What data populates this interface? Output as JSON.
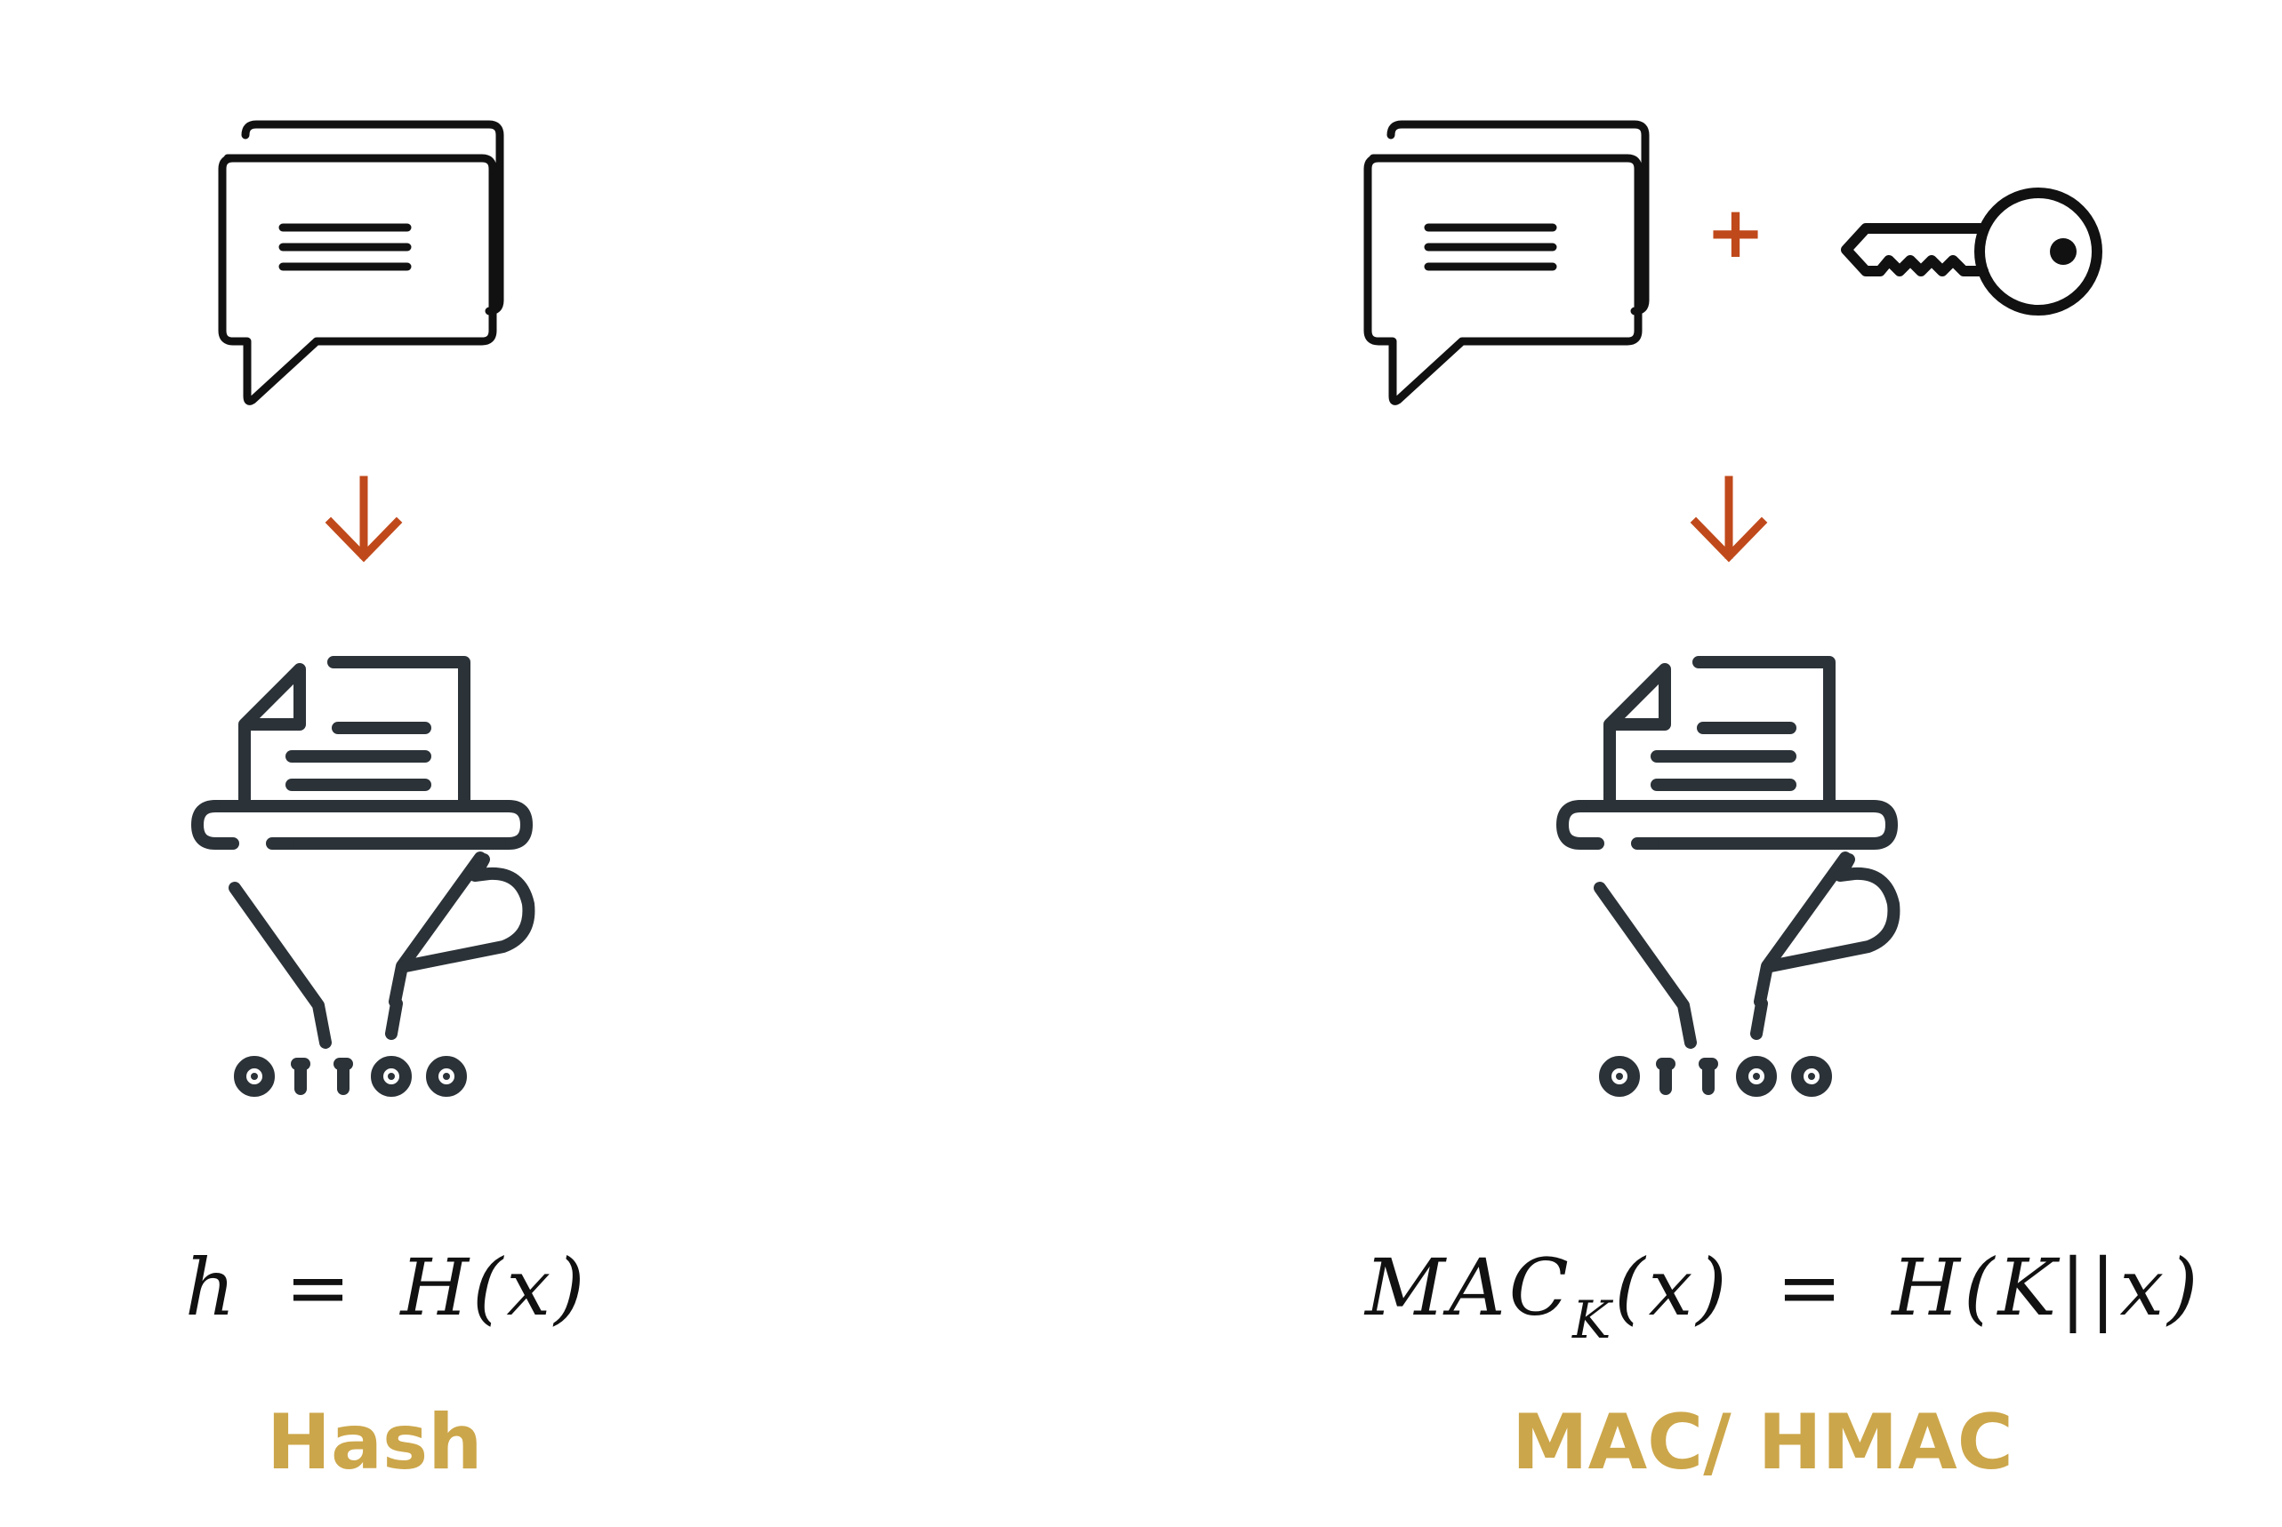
{
  "colors": {
    "icon_black": "#111111",
    "icon_dark": "#2b3238",
    "arrow_orange": "#c0491b",
    "label_gold": "#cca64a"
  },
  "hash": {
    "icons": [
      "message-bubbles-icon",
      "down-arrow-icon",
      "hash-funnel-icon"
    ],
    "formula": {
      "lhs": "h",
      "eq": "=",
      "rhs": "H(x)"
    },
    "label": "Hash"
  },
  "mac": {
    "icons": [
      "message-bubbles-icon",
      "plus-icon",
      "key-icon",
      "down-arrow-icon",
      "hash-funnel-icon"
    ],
    "plus": "+",
    "formula": {
      "lhs_main": "MAC",
      "lhs_sub": "K",
      "lhs_arg": "(x)",
      "eq": "=",
      "rhs": "H(K||x)"
    },
    "label": "MAC/ HMAC"
  },
  "binary_output": "01100"
}
